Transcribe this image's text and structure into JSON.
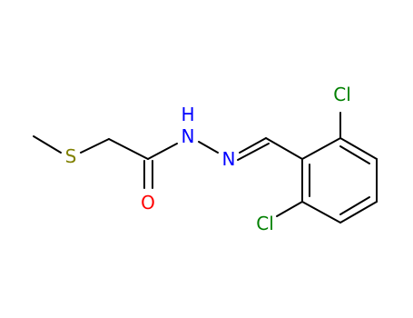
{
  "molecule": {
    "atoms": {
      "s": {
        "text": "S",
        "color": "#808000"
      },
      "o": {
        "text": "O",
        "color": "#ff0000"
      },
      "nh": {
        "text": "NH",
        "color": "#0000ff",
        "h_text": "H",
        "n_text": "N"
      },
      "n2": {
        "text": "N",
        "color": "#0000ff"
      },
      "cl1": {
        "text": "Cl",
        "color": "#008000"
      },
      "cl2": {
        "text": "Cl",
        "color": "#008000"
      }
    },
    "bond_color": "#000000"
  }
}
